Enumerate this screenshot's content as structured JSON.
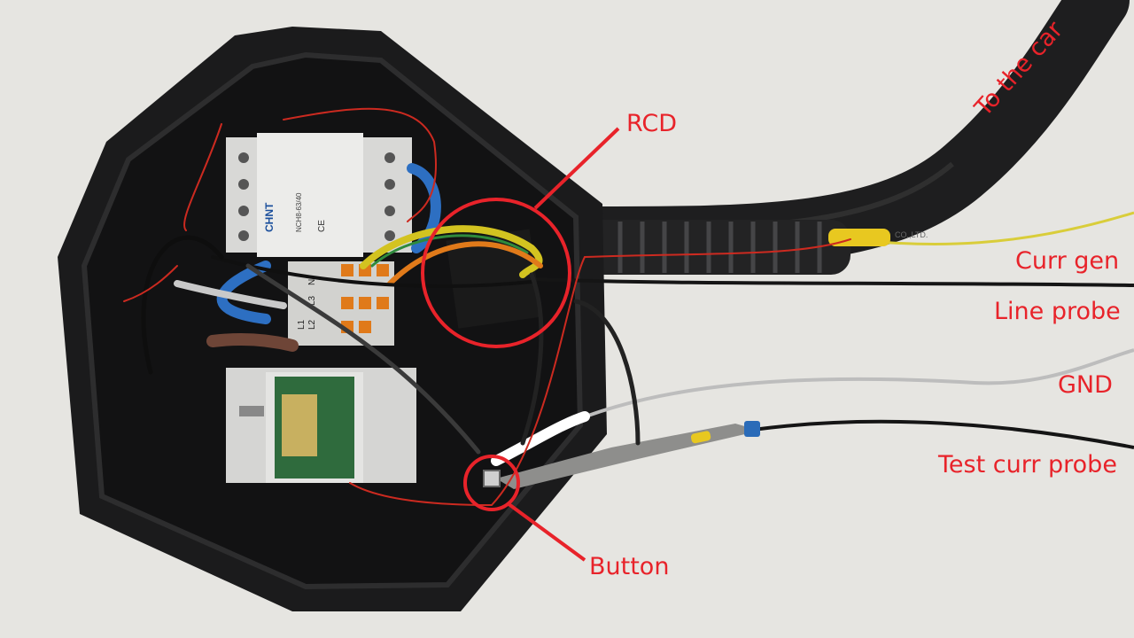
{
  "annotations": {
    "rcd": "RCD",
    "button": "Button",
    "curr_gen": "Curr gen",
    "line_probe": "Line probe",
    "gnd": "GND",
    "test_curr_probe": "Test curr probe",
    "to_the_car": "To the car"
  },
  "device_markings": {
    "contactor_brand": "CHNT",
    "contactor_model": "NCH8-63/40",
    "ce_mark": "CE",
    "terminal_labels": [
      "L1",
      "L2",
      "L3",
      "N"
    ],
    "cable_print": "CO.,LTD."
  },
  "colors": {
    "annotation_red": "#e8232a",
    "enclosure": "#1b1b1c",
    "background": "#e6e5e1"
  }
}
